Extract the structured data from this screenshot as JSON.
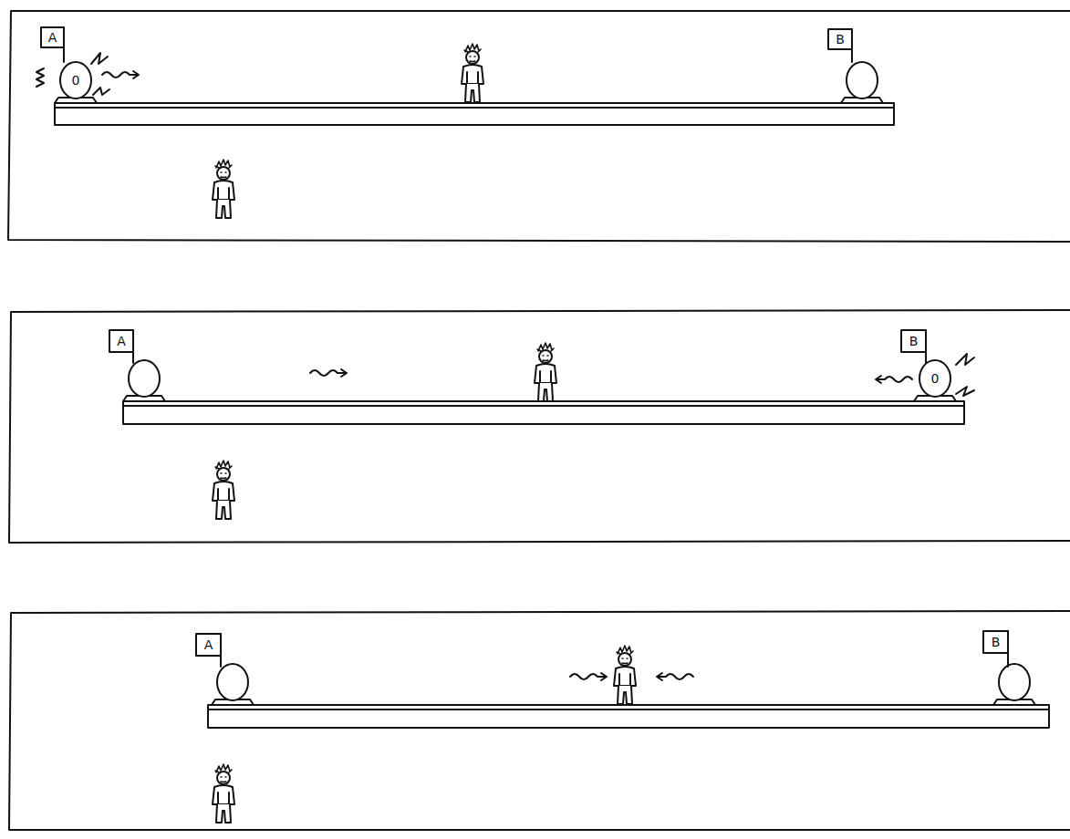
{
  "diagram": {
    "labels": [
      "A",
      "0",
      "B",
      "A",
      "B",
      "0",
      "A",
      "B"
    ]
  }
}
